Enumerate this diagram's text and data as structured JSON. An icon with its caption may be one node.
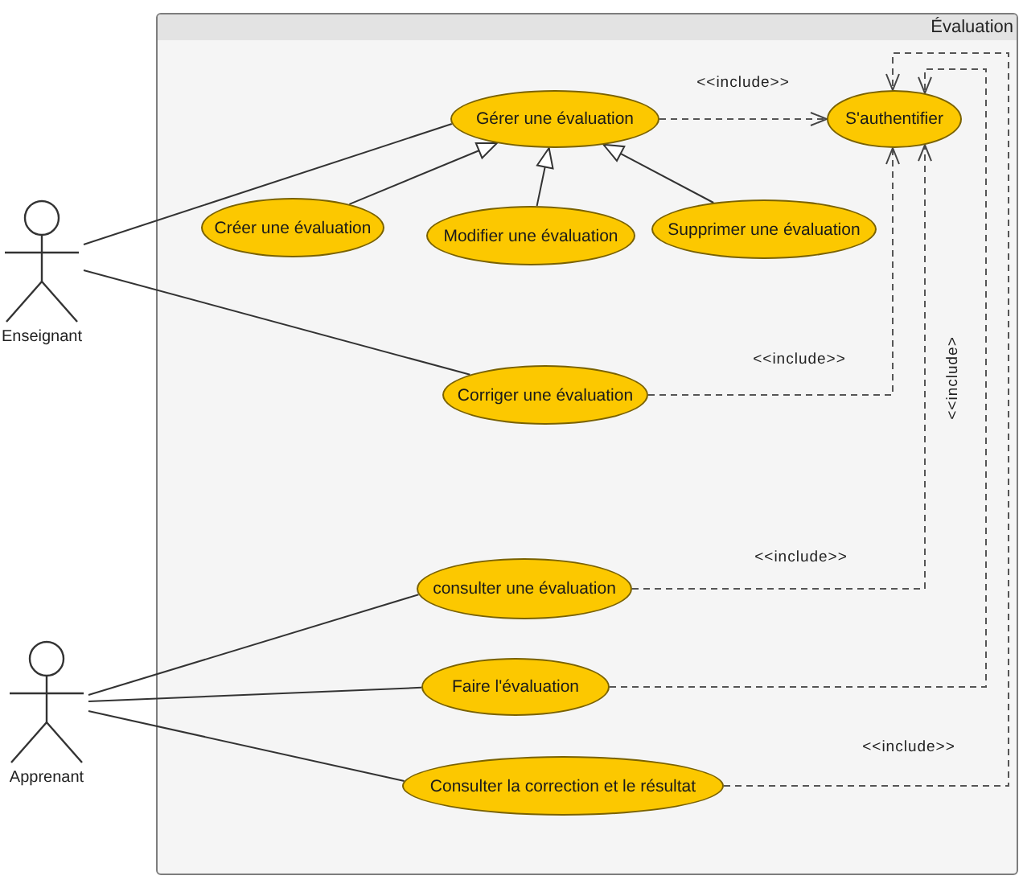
{
  "diagram": {
    "nodes": [
      {
        "text": [
          "Évaluation"
        ]
      },
      {
        "text": [
          "Gérer une évaluation"
        ],
        "in": 0
      },
      {
        "text": [
          "S'authentifier"
        ],
        "in": 0
      },
      {
        "text": [
          "Créer une évaluation"
        ],
        "in": 0
      },
      {
        "text": [
          "Modifier une évaluation"
        ],
        "in": 0
      },
      {
        "text": [
          "Supprimer une évaluation"
        ],
        "in": 0
      },
      {
        "text": [
          "Corriger une évaluation"
        ],
        "in": 0
      },
      {
        "text": [
          "consulter une évaluation"
        ],
        "in": 0
      },
      {
        "text": [
          "Faire l'évaluation"
        ],
        "in": 0
      },
      {
        "text": [
          "Consulter la correction et le résultat"
        ],
        "in": 0
      },
      {
        "text": [
          "Enseignant"
        ]
      },
      {
        "text": [
          "Apprenant"
        ]
      }
    ],
    "edges": [
      {
        "from": 10,
        "to": 1,
        "arrow": "none"
      },
      {
        "from": 10,
        "to": 6,
        "arrow": "none"
      },
      {
        "from": 3,
        "to": 1,
        "arrow": "to"
      },
      {
        "from": 4,
        "to": 1,
        "arrow": "to"
      },
      {
        "from": 5,
        "to": 1,
        "arrow": "to"
      },
      {
        "from": 1,
        "to": 2,
        "arrow": "to",
        "style": "dashed",
        "label": "<<include>>"
      },
      {
        "from": 6,
        "to": 2,
        "arrow": "to",
        "style": "dashed",
        "label": "<<include>>"
      },
      {
        "from": 7,
        "to": 2,
        "arrow": "to",
        "style": "dashed",
        "label": "<<include>>"
      },
      {
        "from": 8,
        "to": 2,
        "arrow": "to",
        "style": "dashed",
        "label": "<<include>"
      },
      {
        "from": 9,
        "to": 2,
        "arrow": "to",
        "style": "dashed",
        "label": "<<include>>"
      },
      {
        "from": 11,
        "to": 7,
        "arrow": "none"
      },
      {
        "from": 11,
        "to": 8,
        "arrow": "none"
      },
      {
        "from": 11,
        "to": 9,
        "arrow": "none"
      }
    ]
  }
}
